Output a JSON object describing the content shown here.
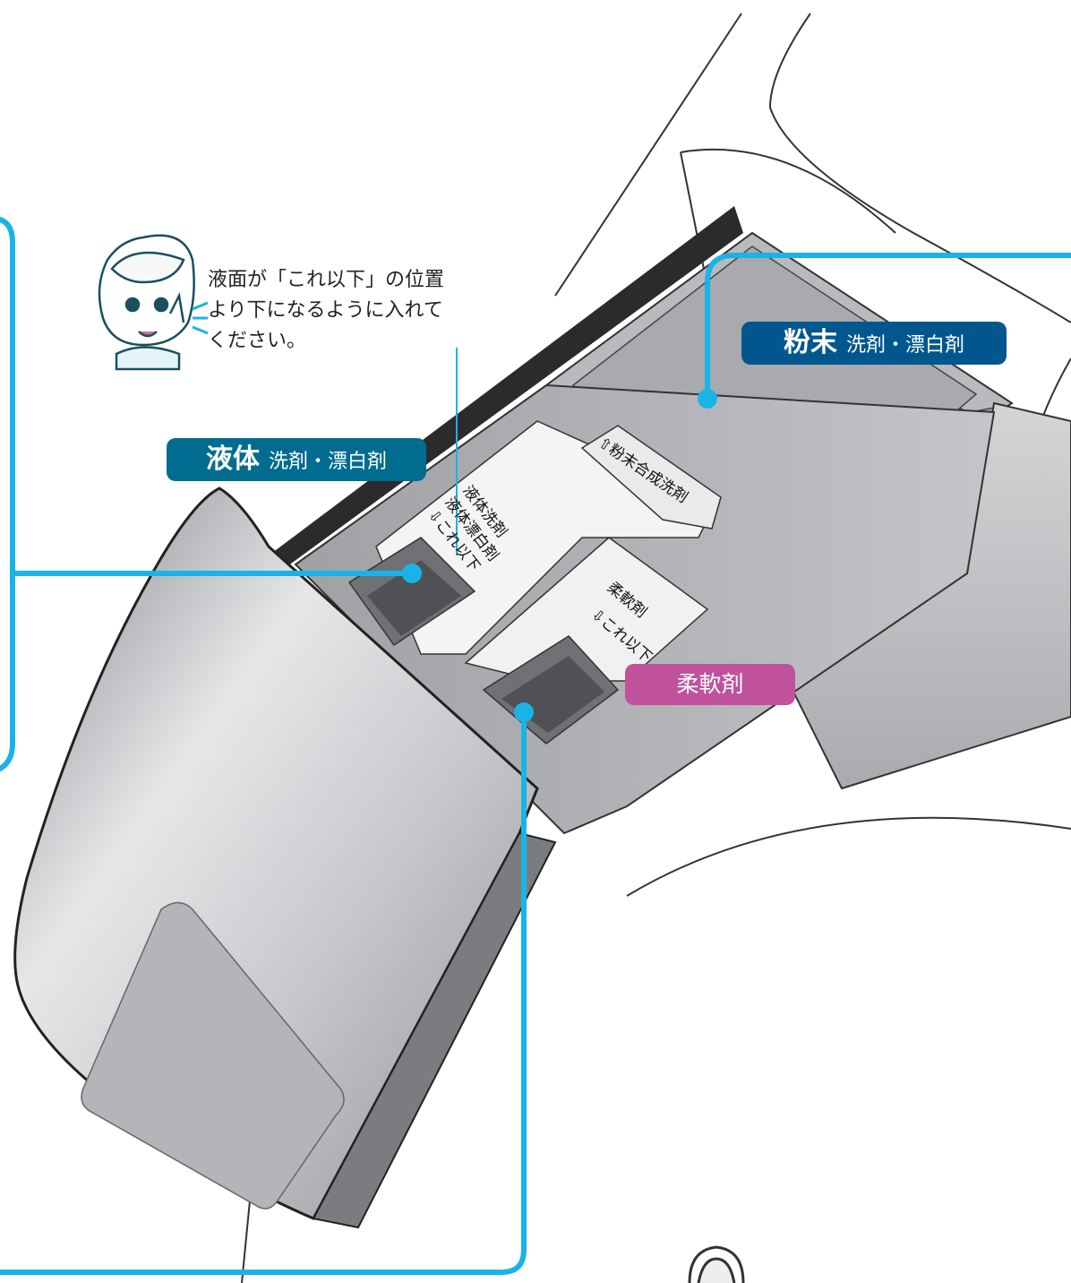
{
  "labels": {
    "powder": {
      "bold": "粉末",
      "rest": "洗剤・漂白剤",
      "color": "#00578e"
    },
    "liquid": {
      "bold": "液体",
      "rest": "洗剤・漂白剤",
      "color": "#006c8f"
    },
    "softener": {
      "text": "柔軟剤",
      "color": "#c0519b"
    }
  },
  "note": {
    "lines": [
      "液面が「これ以下」の位置",
      "より下になるように入れて",
      "ください。"
    ]
  },
  "compartment_labels": {
    "powder_slot": "⇧粉末合成洗剤",
    "liquid_slot_1": "液体洗剤",
    "liquid_slot_2": "液体漂白剤",
    "liquid_limit": "⇩これ以下",
    "softener_slot": "柔軟剤",
    "softener_limit": "⇩これ以下"
  },
  "leader_color": "#1ab3e6",
  "icons": [
    "woman-pointing-icon"
  ]
}
